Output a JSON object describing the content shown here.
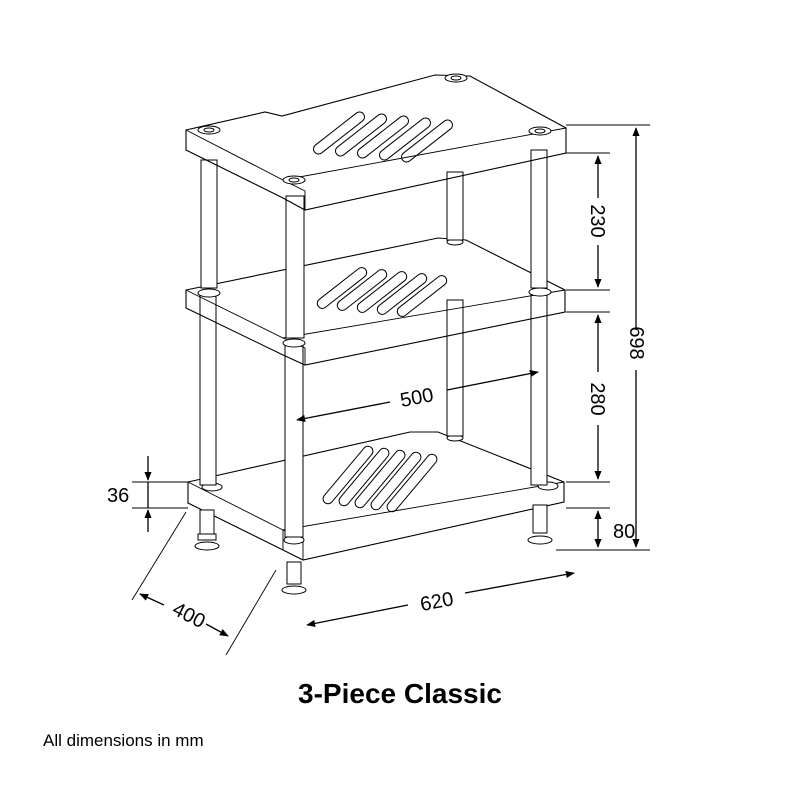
{
  "title": "3-Piece Classic",
  "note": "All dimensions in mm",
  "dimensions": {
    "total_height": "698",
    "upper_gap": "230",
    "lower_gap": "280",
    "spike_height": "80",
    "shelf_thickness": "36",
    "inner_width": "500",
    "width": "620",
    "depth": "400"
  }
}
